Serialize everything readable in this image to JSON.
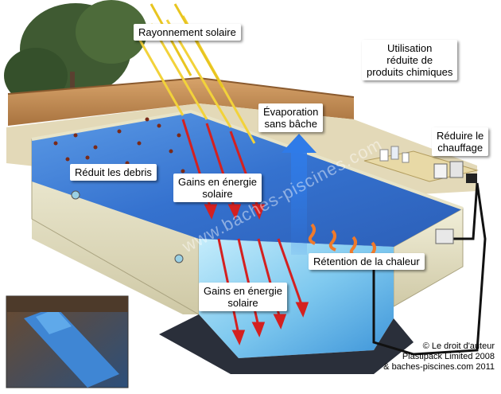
{
  "labels": {
    "solar_radiation": "Rayonnement solaire",
    "chemicals": [
      "Utilisation",
      "réduite de",
      "produits chimiques"
    ],
    "evaporation": [
      "Évaporation",
      "sans bâche"
    ],
    "heating": [
      "Réduire le",
      "chauffage"
    ],
    "debris": "Réduit les debris",
    "solar_gain_top": [
      "Gains en énergie",
      "solaire"
    ],
    "heat_retention": "Rétention de la chaleur",
    "solar_gain_bottom": [
      "Gains en énergie",
      "solaire"
    ]
  },
  "copyright": [
    "© Le droit d'auteur",
    "Plastipack Limited 2008",
    "& baches-piscines.com 2011"
  ],
  "watermark": "www.baches-piscines.com",
  "colors": {
    "pool_cover": "#3a7fd6",
    "pool_water": "#9fd8f2",
    "pool_wall": "#e8e4c8",
    "fence": "#c9925a",
    "deck": "#e0d6b4",
    "sun_ray": "#f2d23a",
    "arrow_red": "#d42020",
    "arrow_blue": "#2f7be8",
    "heat_wave": "#f07a2a"
  }
}
